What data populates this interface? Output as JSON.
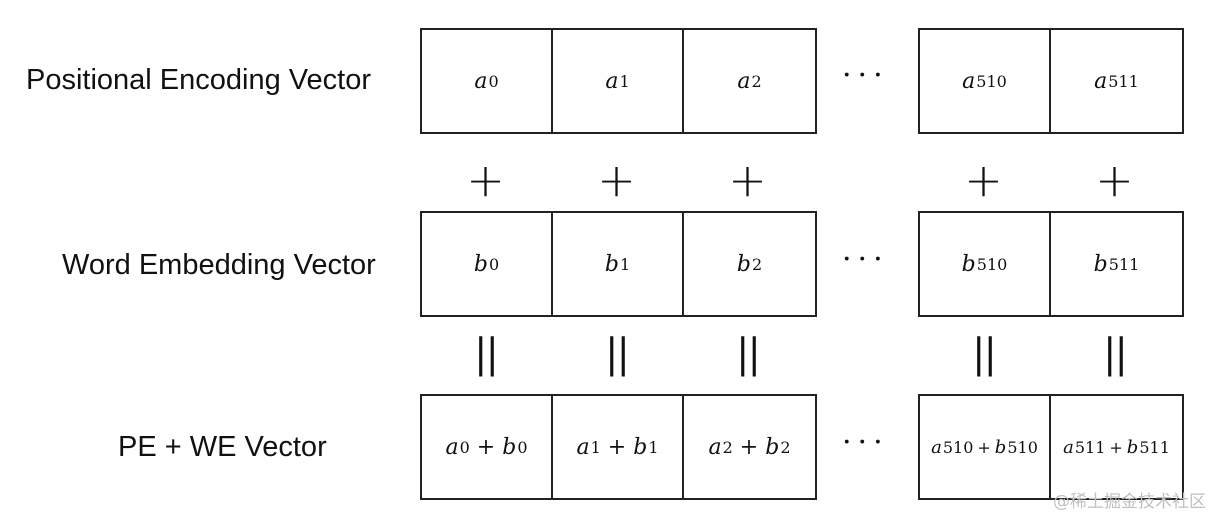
{
  "rows": [
    {
      "label": "Positional Encoding Vector",
      "cells": [
        {
          "v": "a",
          "s": "0"
        },
        {
          "v": "a",
          "s": "1"
        },
        {
          "v": "a",
          "s": "2"
        },
        {
          "v": "a",
          "s": "510"
        },
        {
          "v": "a",
          "s": "511"
        }
      ]
    },
    {
      "label": "Word Embedding Vector",
      "cells": [
        {
          "v": "b",
          "s": "0"
        },
        {
          "v": "b",
          "s": "1"
        },
        {
          "v": "b",
          "s": "2"
        },
        {
          "v": "b",
          "s": "510"
        },
        {
          "v": "b",
          "s": "511"
        }
      ]
    },
    {
      "label": "PE + WE Vector",
      "cells": [
        {
          "v": "a",
          "s": "0",
          "v2": "b",
          "s2": "0"
        },
        {
          "v": "a",
          "s": "1",
          "v2": "b",
          "s2": "1"
        },
        {
          "v": "a",
          "s": "2",
          "v2": "b",
          "s2": "2"
        },
        {
          "v": "a",
          "s": "510",
          "v2": "b",
          "s2": "510"
        },
        {
          "v": "a",
          "s": "511",
          "v2": "b",
          "s2": "511"
        }
      ]
    }
  ],
  "operators": {
    "plus": "+",
    "equals": "||"
  },
  "ellipsis": "···",
  "watermark": "@稀土掘金技术社区"
}
